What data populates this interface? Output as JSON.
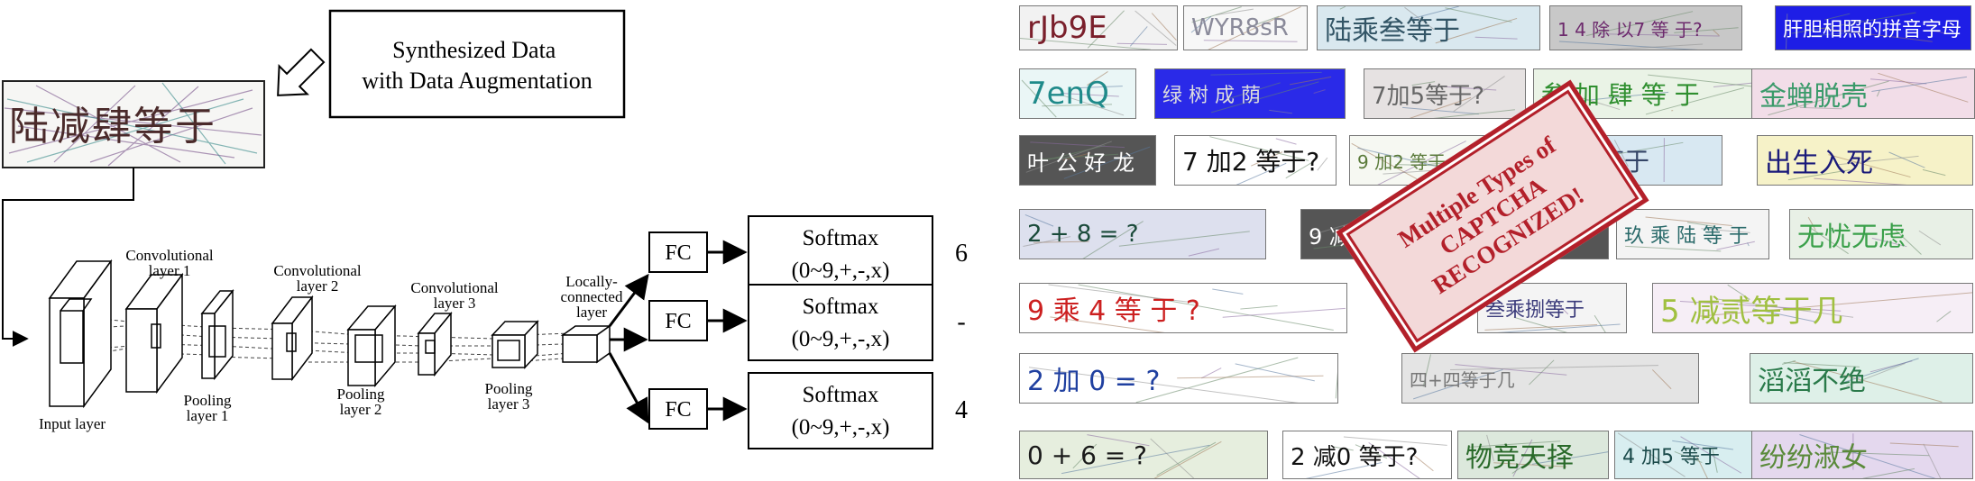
{
  "architecture": {
    "synth_label": "Synthesized Data\nwith Data Augmentation",
    "input_sample_text": "陆减肆等于",
    "layers": {
      "input": "Input layer",
      "conv1": "Convolutional\nlayer 1",
      "pool1": "Pooling\nlayer 1",
      "conv2": "Convolutional\nlayer 2",
      "pool2": "Pooling\nlayer 2",
      "conv3": "Convolutional\nlayer 3",
      "pool3": "Pooling\nlayer 3",
      "local": "Locally-\nconnected\nlayer"
    },
    "heads": [
      {
        "fc": "FC",
        "softmax_title": "Softmax",
        "softmax_classes": "(0~9,+,-,x)",
        "output": "6"
      },
      {
        "fc": "FC",
        "softmax_title": "Softmax",
        "softmax_classes": "(0~9,+,-,x)",
        "output": "-"
      },
      {
        "fc": "FC",
        "softmax_title": "Softmax",
        "softmax_classes": "(0~9,+,-,x)",
        "output": "4"
      }
    ]
  },
  "captchas": [
    {
      "text": "rJb9E",
      "bg": "#f2f2f2",
      "color": "#7a1f2b",
      "size": 34
    },
    {
      "text": "WYR8sR",
      "bg": "#f7f7f7",
      "color": "#8a8a9a",
      "size": 26
    },
    {
      "text": "陆乘叁等于",
      "bg": "#d9e8ef",
      "color": "#335566",
      "size": 30
    },
    {
      "text": "1 4 除 以7 等 于?",
      "bg": "#c8c8c8",
      "color": "#6d2a6d",
      "size": 20
    },
    {
      "text": "肝胆相照的拼音字母",
      "bg": "#1e1ee6",
      "color": "#ffffff",
      "size": 22
    },
    {
      "text": "7enQ",
      "bg": "#eaf6f6",
      "color": "#1f8a8a",
      "size": 34
    },
    {
      "text": "绿 树 成 荫",
      "bg": "#2a2ae8",
      "color": "#dddddd",
      "size": 22
    },
    {
      "text": "7加5等于?",
      "bg": "#e6e2e2",
      "color": "#666666",
      "size": 26
    },
    {
      "text": "叁 加 肆 等 于",
      "bg": "#eaf3e6",
      "color": "#2f8f2f",
      "size": 28
    },
    {
      "text": "金蝉脱壳",
      "bg": "#f2dde8",
      "color": "#3a9a6a",
      "size": 30
    },
    {
      "text": "叶 公 好 龙",
      "bg": "#555555",
      "color": "#ffffff",
      "size": 24
    },
    {
      "text": "7 加2 等于?",
      "bg": "#ffffff",
      "color": "#111111",
      "size": 28
    },
    {
      "text": "9 加2 等于",
      "bg": "#f6f8f2",
      "color": "#5a7a3a",
      "size": 20
    },
    {
      "text": "叁乘肆等于",
      "bg": "#d8e8f2",
      "color": "#334466",
      "size": 28
    },
    {
      "text": "出生入死",
      "bg": "#f6f2c8",
      "color": "#1a1a7a",
      "size": 30
    },
    {
      "text": "2 + 8 = ?",
      "bg": "#dde0ee",
      "color": "#1a4a3a",
      "size": 26
    },
    {
      "text": "9 减5 等于?",
      "bg": "#555555",
      "color": "#ffffff",
      "size": 24
    },
    {
      "text": "玖 乘 陆 等 于",
      "bg": "#f4f4f4",
      "color": "#2a6a6a",
      "size": 22
    },
    {
      "text": "无忧无虑",
      "bg": "#e8f0e6",
      "color": "#3aa04a",
      "size": 30
    },
    {
      "text": "9 乘 4 等 于 ?",
      "bg": "#ffffff",
      "color": "#cc2020",
      "size": 30
    },
    {
      "text": "叁乘捌等于",
      "bg": "#f4f4f4",
      "color": "#3a3a7a",
      "size": 22
    },
    {
      "text": "5 减贰等于几",
      "bg": "#f6eef6",
      "color": "#a0c040",
      "size": 34
    },
    {
      "text": "2 加 0 = ?",
      "bg": "#ffffff",
      "color": "#2040a0",
      "size": 30
    },
    {
      "text": "四+四等于几",
      "bg": "#e4e4e4",
      "color": "#777777",
      "size": 20
    },
    {
      "text": "滔滔不绝",
      "bg": "#def0e8",
      "color": "#2a7a4a",
      "size": 30
    },
    {
      "text": "0 + 6 = ?",
      "bg": "#e6eede",
      "color": "#1a1a1a",
      "size": 28
    },
    {
      "text": "2 减0 等于?",
      "bg": "#ffffff",
      "color": "#111111",
      "size": 26
    },
    {
      "text": "物竞天择",
      "bg": "#dce8dc",
      "color": "#2a6a2a",
      "size": 30
    },
    {
      "text": "4 加5 等于",
      "bg": "#d8eef0",
      "color": "#1a4a4a",
      "size": 22
    },
    {
      "text": "纷纷淑女",
      "bg": "#e4d8ee",
      "color": "#5a8a3a",
      "size": 30
    }
  ],
  "stamp": {
    "text": "Multiple Types of\nCAPTCHA\nRECOGNIZED!",
    "border_color": "#b3202a"
  }
}
